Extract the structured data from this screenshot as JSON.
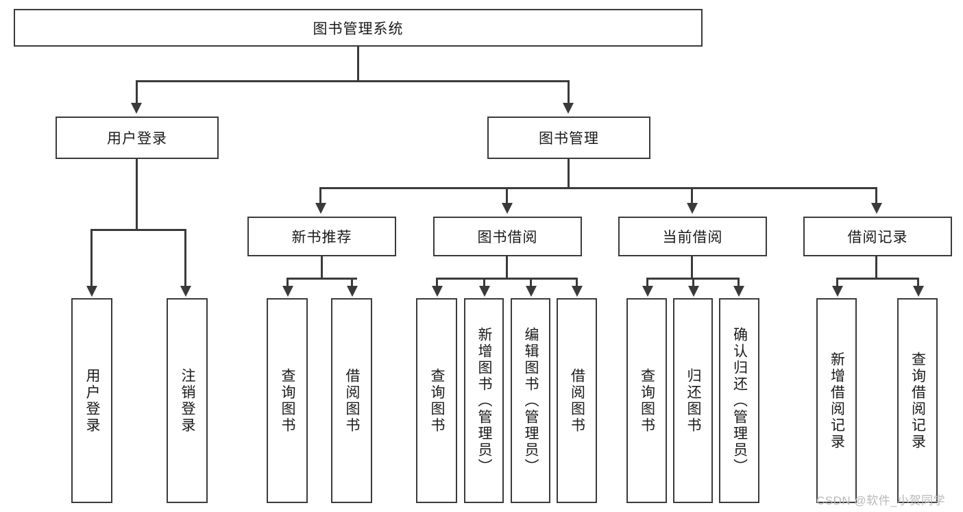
{
  "diagram": {
    "type": "tree-hierarchy-chart",
    "title": "图书管理系统",
    "orientation": "top-down",
    "levels": 4,
    "root": {
      "id": "root",
      "label": "图书管理系统",
      "text_direction": "horizontal"
    },
    "level2": [
      {
        "id": "user-login",
        "label": "用户登录",
        "text_direction": "horizontal"
      },
      {
        "id": "book-manage",
        "label": "图书管理",
        "text_direction": "horizontal"
      }
    ],
    "level3": [
      {
        "id": "new-book-recommend",
        "label": "新书推荐",
        "text_direction": "horizontal",
        "parent": "book-manage"
      },
      {
        "id": "book-borrow",
        "label": "图书借阅",
        "text_direction": "horizontal",
        "parent": "book-manage"
      },
      {
        "id": "current-borrow",
        "label": "当前借阅",
        "text_direction": "horizontal",
        "parent": "book-manage"
      },
      {
        "id": "borrow-record",
        "label": "借阅记录",
        "text_direction": "horizontal",
        "parent": "book-manage"
      }
    ],
    "leaves": [
      {
        "id": "leaf-user-login",
        "label": "用户登录",
        "text_direction": "vertical",
        "parent": "user-login"
      },
      {
        "id": "leaf-logout-login",
        "label": "注销登录",
        "text_direction": "vertical",
        "parent": "user-login"
      },
      {
        "id": "leaf-query-book-1",
        "label": "查询图书",
        "text_direction": "vertical",
        "parent": "new-book-recommend"
      },
      {
        "id": "leaf-borrow-book-1",
        "label": "借阅图书",
        "text_direction": "vertical",
        "parent": "new-book-recommend"
      },
      {
        "id": "leaf-query-book-2",
        "label": "查询图书",
        "text_direction": "vertical",
        "parent": "book-borrow"
      },
      {
        "id": "leaf-add-book",
        "label": "新增图书（管理员）",
        "text_direction": "vertical",
        "parent": "book-borrow"
      },
      {
        "id": "leaf-edit-book",
        "label": "编辑图书（管理员）",
        "text_direction": "vertical",
        "parent": "book-borrow"
      },
      {
        "id": "leaf-borrow-book-2",
        "label": "借阅图书",
        "text_direction": "vertical",
        "parent": "book-borrow"
      },
      {
        "id": "leaf-query-book-3",
        "label": "查询图书",
        "text_direction": "vertical",
        "parent": "current-borrow"
      },
      {
        "id": "leaf-return-book",
        "label": "归还图书",
        "text_direction": "vertical",
        "parent": "current-borrow"
      },
      {
        "id": "leaf-confirm-return",
        "label": "确认归还（管理员）",
        "text_direction": "vertical",
        "parent": "current-borrow"
      },
      {
        "id": "leaf-add-record",
        "label": "新增借阅记录",
        "text_direction": "vertical",
        "parent": "borrow-record"
      },
      {
        "id": "leaf-query-record",
        "label": "查询借阅记录",
        "text_direction": "vertical",
        "parent": "borrow-record"
      }
    ],
    "colors": {
      "stroke": "#3a3a3a",
      "fill": "#ffffff",
      "text": "#1a1a1a",
      "watermark": "#b8b8b8"
    }
  },
  "watermark": {
    "text": "CSDN @软件_小贺同学"
  }
}
